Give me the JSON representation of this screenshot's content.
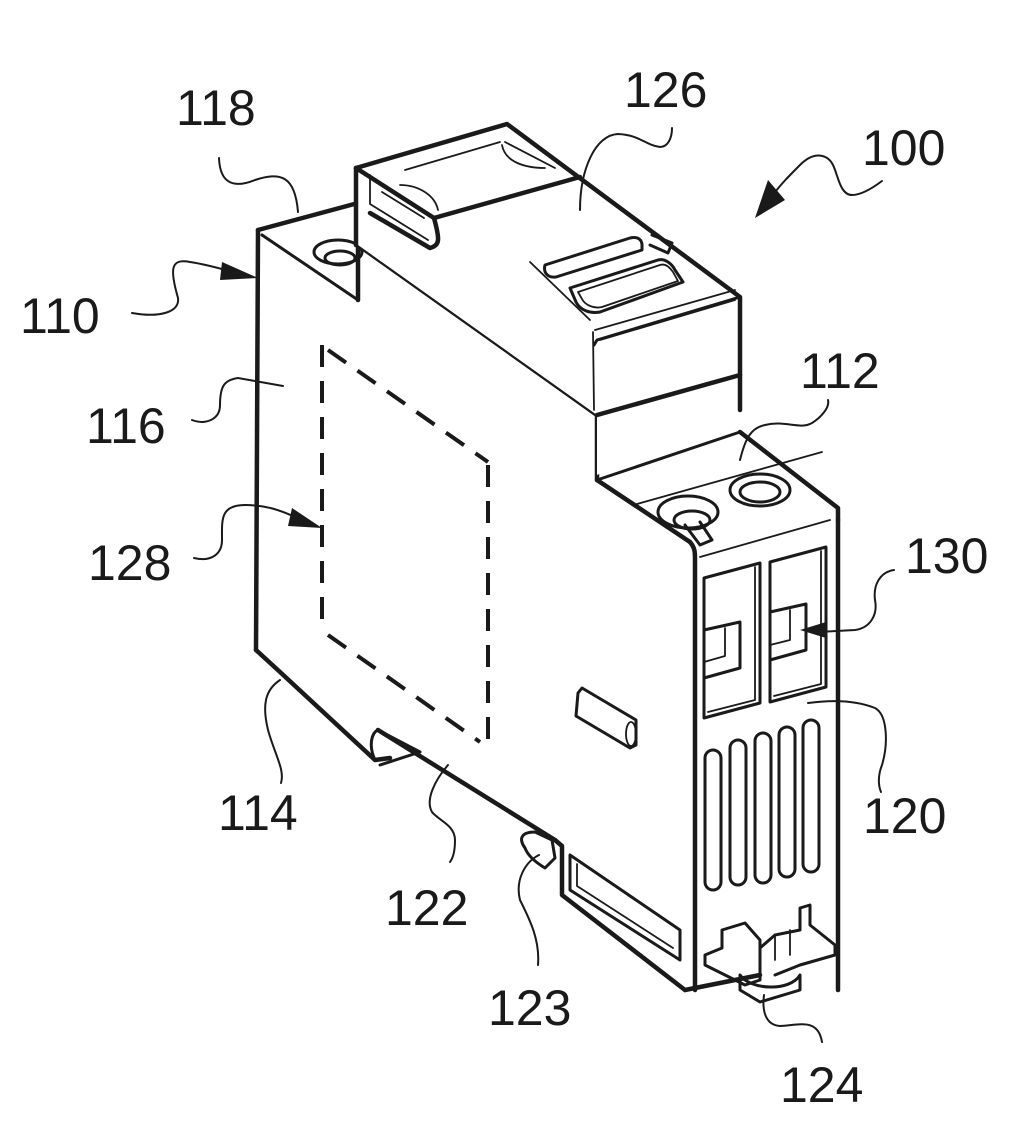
{
  "figure": {
    "title": "Modular electrical device, perspective view",
    "colors": {
      "ink": "#1a1a1a",
      "paper": "#ffffff"
    },
    "labels": {
      "device": "100",
      "housing": "110",
      "top_face_front": "112",
      "bottom_face": "114",
      "side_face": "116",
      "top_face_rear": "118",
      "front_face": "120",
      "rail_groove": "122",
      "rail_hook": "123",
      "latch": "124",
      "cover_module": "126",
      "hidden_region": "128",
      "terminal_window": "130"
    }
  }
}
